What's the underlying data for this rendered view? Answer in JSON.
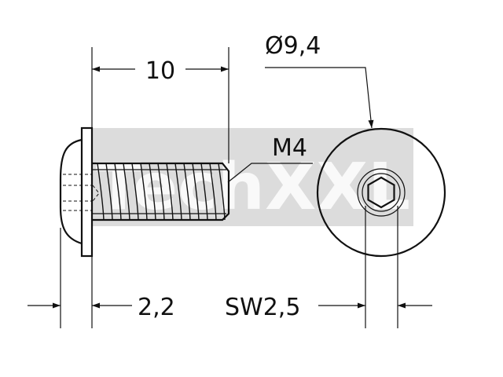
{
  "dimensions": {
    "length": "10",
    "head_diameter": "Ø9,4",
    "thread": "M4",
    "head_height": "2,2",
    "hex_socket": "SW2,5"
  },
  "watermark": {
    "text": "TechXXL",
    "color": "#dcdcdc"
  },
  "colors": {
    "line": "#111111",
    "background": "#ffffff"
  }
}
